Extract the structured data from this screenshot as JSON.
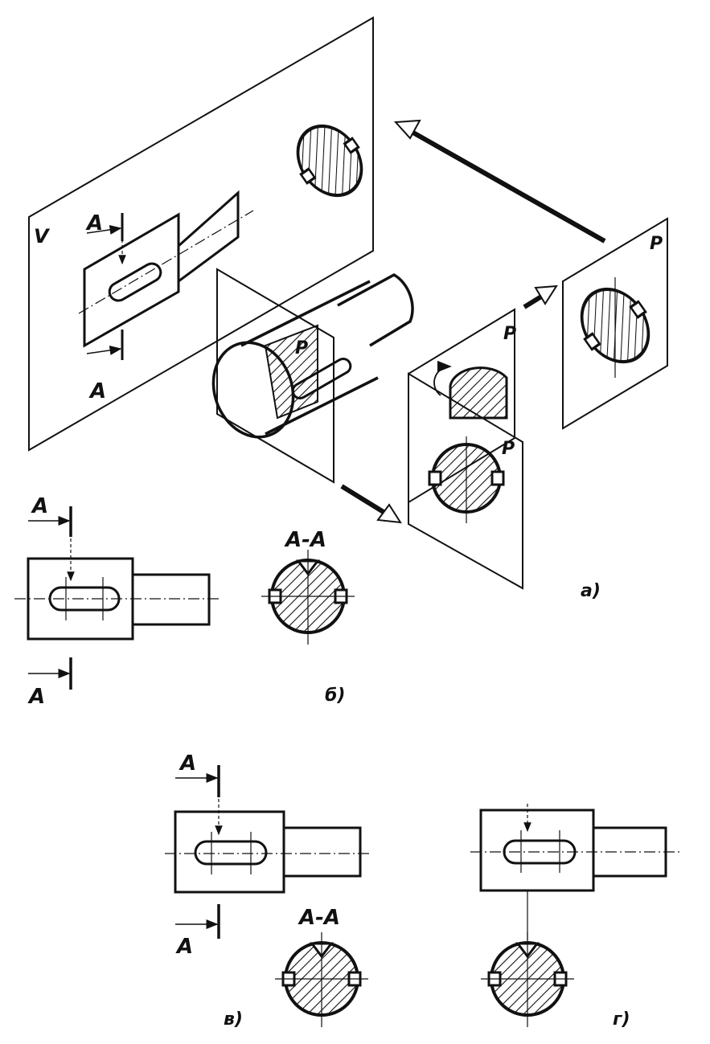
{
  "labels": {
    "plane_v": "V",
    "plane_p": "P",
    "cut_mark": "A",
    "section_title": "A-A",
    "fig_a": "а)",
    "fig_b": "б)",
    "fig_v": "в)",
    "fig_g": "г)"
  },
  "colors": {
    "ink": "#111111",
    "paper": "#ffffff"
  }
}
